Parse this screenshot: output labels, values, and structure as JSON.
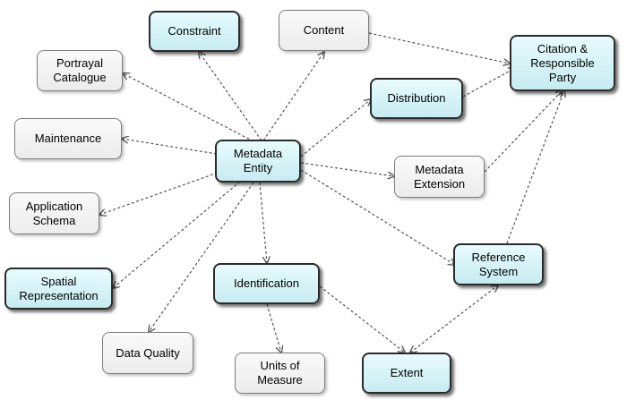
{
  "colors": {
    "highlight_fill": "#c6ecf1",
    "plain_fill": "#ececec",
    "connector": "#555555"
  },
  "nodes": {
    "constraint": "Constraint",
    "content": "Content",
    "portrayal_catalogue": "Portrayal\nCatalogue",
    "citation": "Citation &\nResponsible\nParty",
    "distribution": "Distribution",
    "maintenance": "Maintenance",
    "metadata_entity": "Metadata\nEntity",
    "metadata_extension": "Metadata\nExtension",
    "application_schema": "Application\nSchema",
    "reference_system": "Reference\nSystem",
    "spatial_representation": "Spatial\nRepresentation",
    "identification": "Identification",
    "data_quality": "Data Quality",
    "units_of_measure": "Units of\nMeasure",
    "extent": "Extent"
  }
}
